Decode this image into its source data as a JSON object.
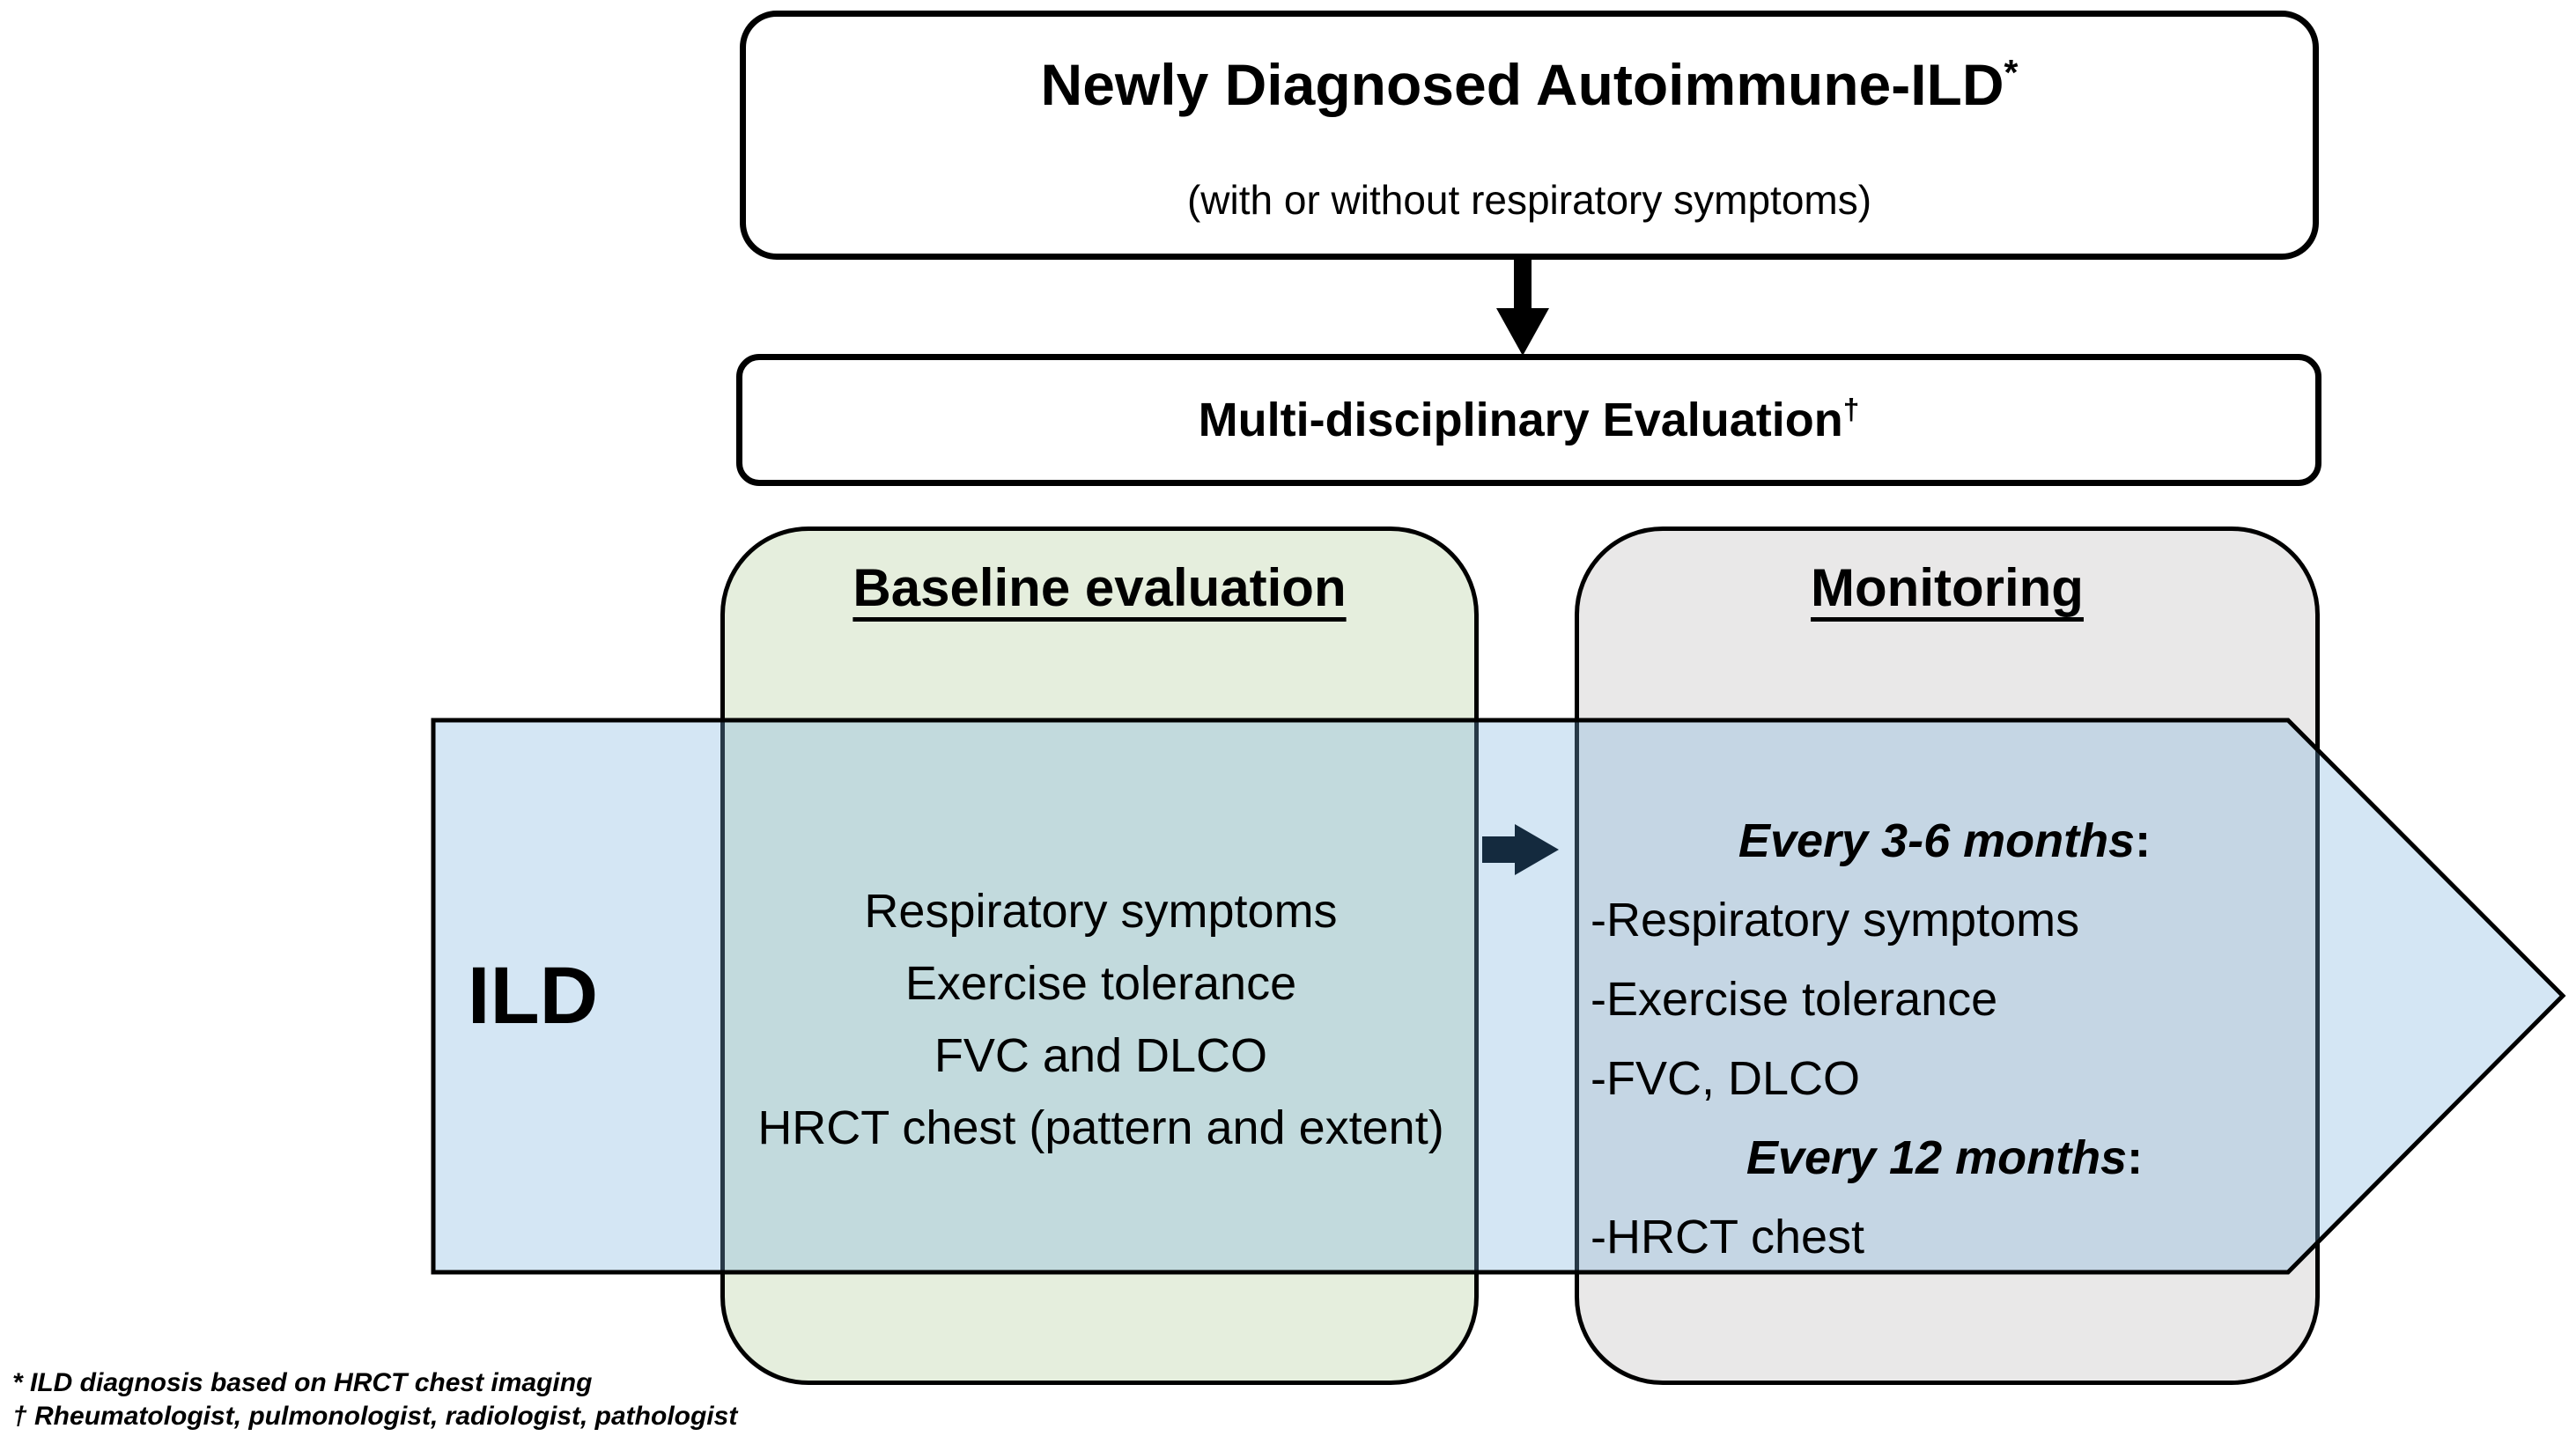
{
  "diagram": {
    "top_box": {
      "title": "Newly Diagnosed Autoimmune-ILD",
      "title_marker": "*",
      "subtitle": "(with or without respiratory symptoms)"
    },
    "evaluation_box": {
      "title": "Multi-disciplinary Evaluation",
      "title_marker": "†"
    },
    "baseline_box": {
      "header": "Baseline evaluation",
      "lines": [
        "Respiratory symptoms",
        "Exercise tolerance",
        "FVC and DLCO",
        "HRCT chest (pattern and extent)"
      ]
    },
    "monitoring_box": {
      "header": "Monitoring",
      "lines": [
        {
          "text": "Every 3-6 months",
          "suffix": ":",
          "style": "interval"
        },
        {
          "text": "-Respiratory symptoms",
          "style": "item"
        },
        {
          "text": "-Exercise tolerance",
          "style": "item"
        },
        {
          "text": "-FVC, DLCO",
          "style": "item"
        },
        {
          "text": "Every 12 months",
          "suffix": ":",
          "style": "interval"
        },
        {
          "text": "-HRCT chest",
          "style": "item"
        }
      ]
    },
    "flow_band": {
      "label": "ILD"
    },
    "footnotes": [
      "* ILD diagnosis based on HRCT chest imaging",
      "† Rheumatologist, pulmonologist, radiologist, pathologist"
    ],
    "colors": {
      "background": "#ffffff",
      "border": "#000000",
      "text": "#000000",
      "baseline_fill": "#e5eedd",
      "monitoring_fill": "#e9e8e8",
      "band_fill": "rgba(121,176,222,0.32)",
      "connector_arrow": "#000000",
      "band_arrow": "#142a3e"
    }
  }
}
